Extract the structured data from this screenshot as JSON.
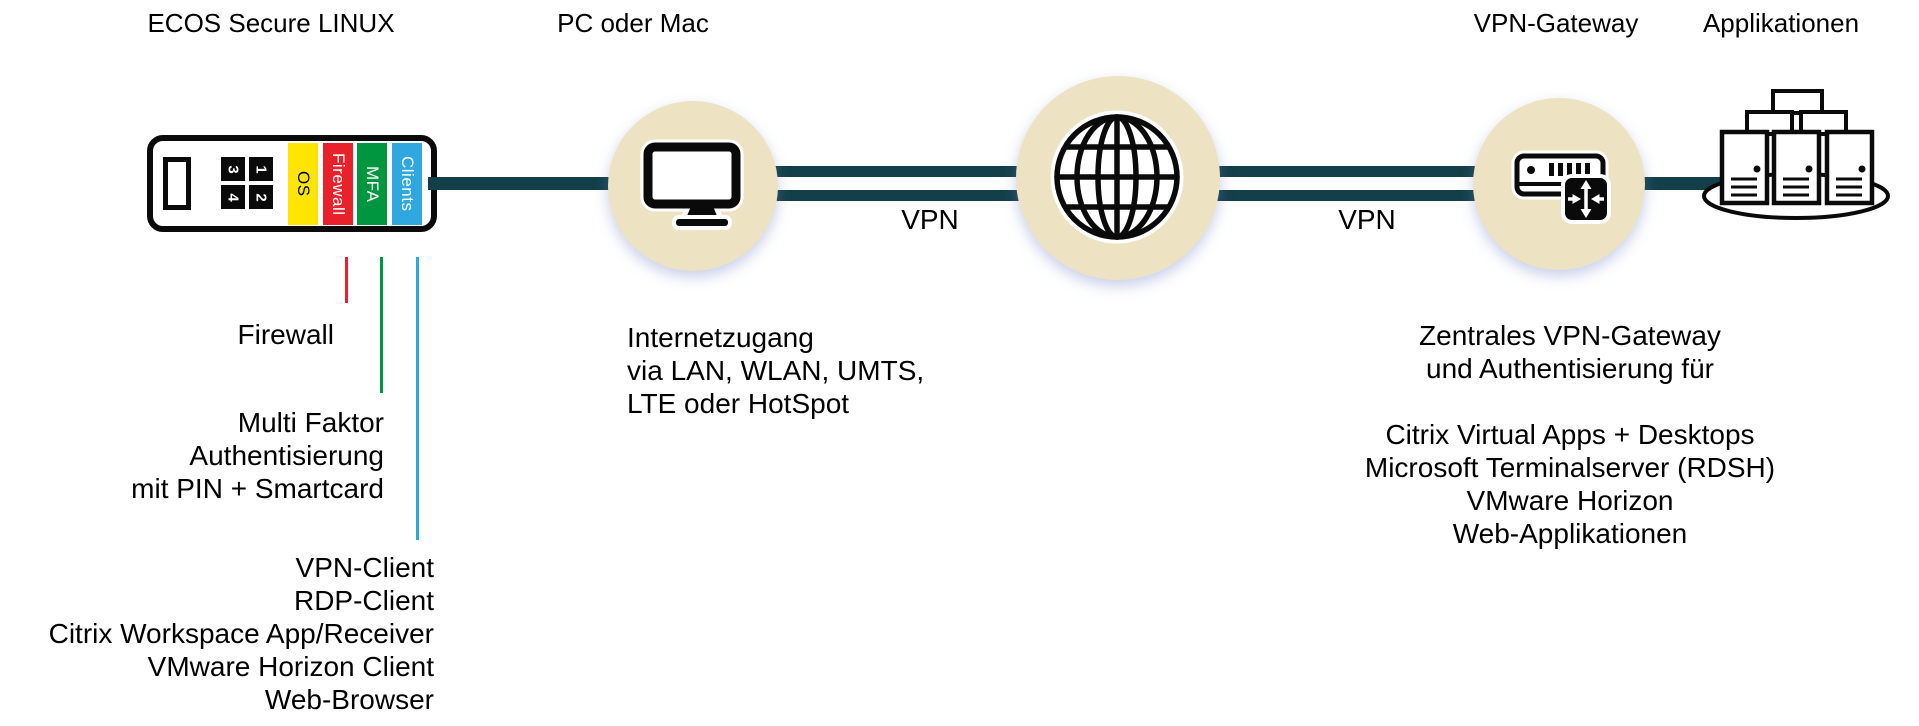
{
  "headers": {
    "ecos": "ECOS Secure LINUX",
    "pc": "PC oder Mac",
    "gateway": "VPN-Gateway",
    "apps": "Applikationen"
  },
  "stick": {
    "ports": [
      "3",
      "1",
      "4",
      "2"
    ],
    "bands": [
      {
        "label": "OS",
        "color": "#FFE500",
        "text_color": "#000000"
      },
      {
        "label": "Firewall",
        "color": "#E8212B",
        "text_color": "#FFFFFF"
      },
      {
        "label": "MFA",
        "color": "#009640",
        "text_color": "#FFFFFF"
      },
      {
        "label": "Clients",
        "color": "#2FA8DF",
        "text_color": "#FFFFFF"
      }
    ]
  },
  "annotations": {
    "firewall": {
      "lines": [
        "Firewall"
      ],
      "line_color": "#E8212B"
    },
    "mfa": {
      "lines": [
        "Multi Faktor",
        "Authentisierung",
        "mit PIN + Smartcard"
      ],
      "line_color": "#009640"
    },
    "clients": {
      "lines": [
        "VPN-Client",
        "RDP-Client",
        "Citrix Workspace App/Receiver",
        "VMware Horizon Client",
        "Web-Browser"
      ],
      "line_color": "#2FA8DF"
    },
    "internet": {
      "lines": [
        "Internetzugang",
        "via LAN, WLAN, UMTS,",
        "LTE oder HotSpot"
      ]
    },
    "gateway": {
      "lines": [
        "Zentrales VPN-Gateway",
        "und Authentisierung für",
        "",
        "Citrix Virtual Apps + Desktops",
        "Microsoft Terminalserver (RDSH)",
        "VMware Horizon",
        "Web-Applikationen"
      ]
    }
  },
  "connections": {
    "vpn_label_1": "VPN",
    "vpn_label_2": "VPN"
  },
  "colors": {
    "connection": "#133F4A",
    "node_bg": "#EDE3C2"
  }
}
